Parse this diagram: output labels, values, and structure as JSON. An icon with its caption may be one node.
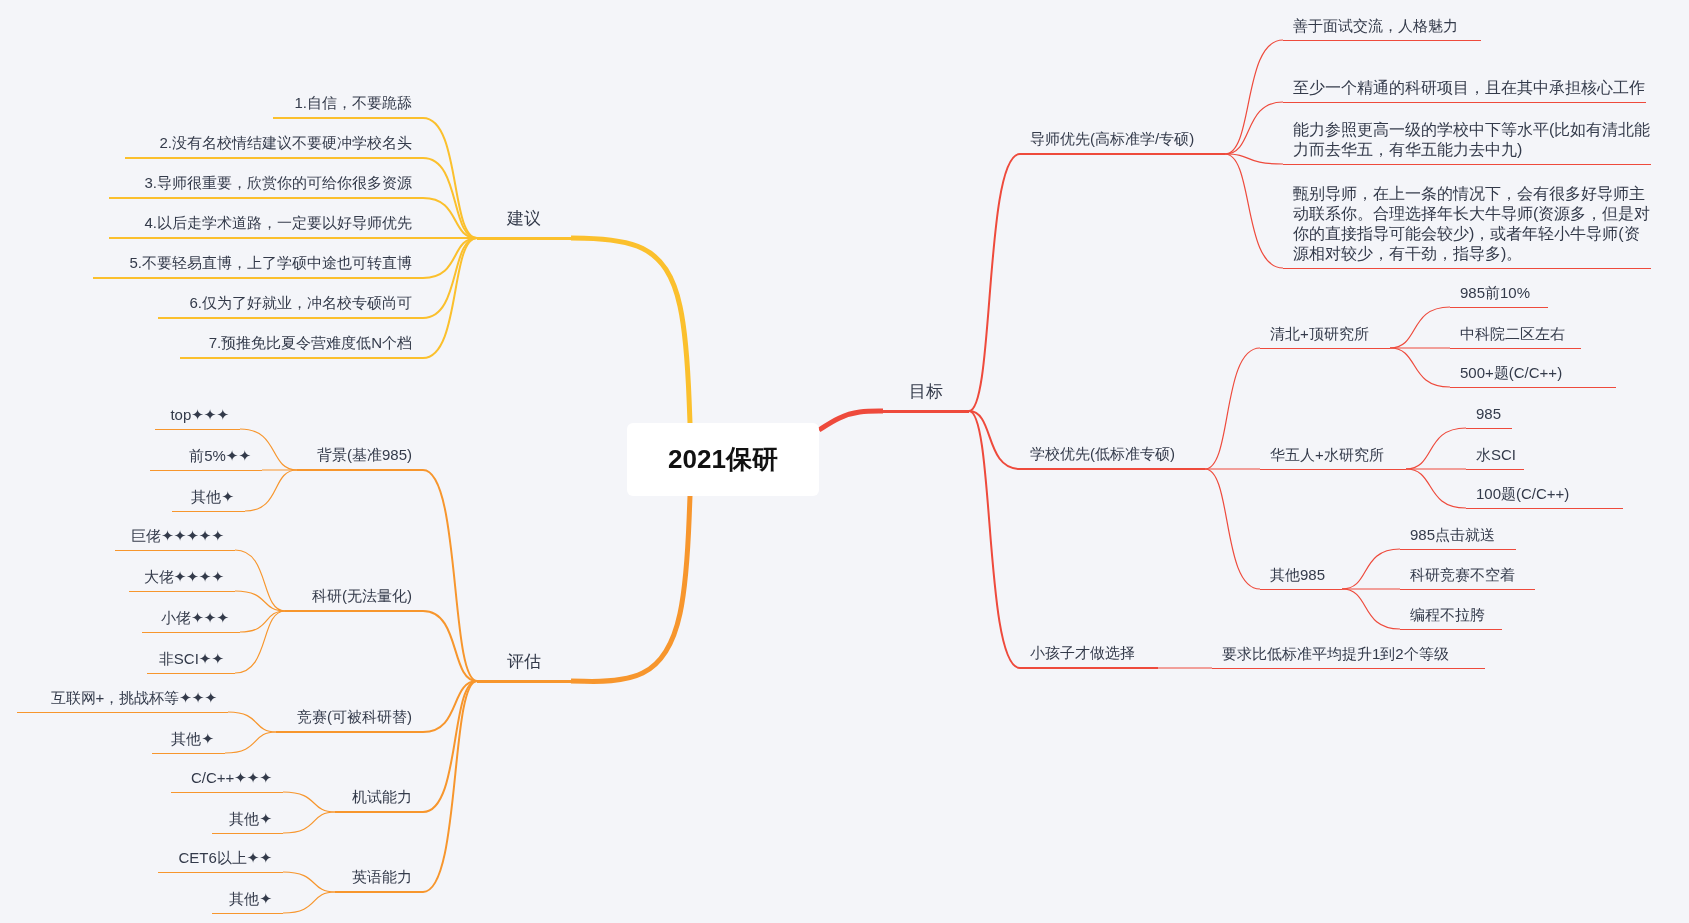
{
  "diagram": {
    "nodes": [
      {
        "text": [
          "2021保研"
        ]
      },
      {
        "text": [
          "建议"
        ]
      },
      {
        "text": [
          "1.自信，不要跪舔"
        ]
      },
      {
        "text": [
          "2.没有名校情结建议不要硬冲学校名头"
        ]
      },
      {
        "text": [
          "3.导师很重要，欣赏你的可给你很多资源"
        ]
      },
      {
        "text": [
          "4.以后走学术道路，一定要以好导师优先"
        ]
      },
      {
        "text": [
          "5.不要轻易直博，上了学硕中途也可转直博"
        ]
      },
      {
        "text": [
          "6.仅为了好就业，冲名校专硕尚可"
        ]
      },
      {
        "text": [
          "7.预推免比夏令营难度低N个档"
        ]
      },
      {
        "text": [
          "评估"
        ]
      },
      {
        "text": [
          "背景(基准985)"
        ]
      },
      {
        "text": [
          "top✦✦✦"
        ]
      },
      {
        "text": [
          "前5%✦✦"
        ]
      },
      {
        "text": [
          "其他✦"
        ]
      },
      {
        "text": [
          "科研(无法量化)"
        ]
      },
      {
        "text": [
          "巨佬✦✦✦✦✦"
        ]
      },
      {
        "text": [
          "大佬✦✦✦✦"
        ]
      },
      {
        "text": [
          "小佬✦✦✦"
        ]
      },
      {
        "text": [
          "非SCI✦✦"
        ]
      },
      {
        "text": [
          "竞赛(可被科研替)"
        ]
      },
      {
        "text": [
          "互联网+，挑战杯等✦✦✦"
        ]
      },
      {
        "text": [
          "其他✦"
        ]
      },
      {
        "text": [
          "机试能力"
        ]
      },
      {
        "text": [
          "C/C++✦✦✦"
        ]
      },
      {
        "text": [
          "其他✦"
        ]
      },
      {
        "text": [
          "英语能力"
        ]
      },
      {
        "text": [
          "CET6以上✦✦"
        ]
      },
      {
        "text": [
          "其他✦"
        ]
      },
      {
        "text": [
          "目标"
        ]
      },
      {
        "text": [
          "导师优先(高标准学/专硕)"
        ]
      },
      {
        "text": [
          "善于面试交流，人格魅力"
        ]
      },
      {
        "text": [
          "至少一个精通的科研项目，且在其中承担核心工作"
        ]
      },
      {
        "text": [
          "能力参照更高一级的学校中下等水平(比如有清北能力而去华五，有华五能力去中九)"
        ]
      },
      {
        "text": [
          "甄别导师，在上一条的情况下，会有很多好导师主动联系你。合理选择年长大牛导师(资源多，但是对你的直接指导可能会较少)，或者年轻小牛导师(资源相对较少，有干劲，指导多)。"
        ]
      },
      {
        "text": [
          "学校优先(低标准专硕)"
        ]
      },
      {
        "text": [
          "清北+顶研究所"
        ]
      },
      {
        "text": [
          "985前10%"
        ]
      },
      {
        "text": [
          "中科院二区左右"
        ]
      },
      {
        "text": [
          "500+题(C/C++)"
        ]
      },
      {
        "text": [
          "华五人+水研究所"
        ]
      },
      {
        "text": [
          "985"
        ]
      },
      {
        "text": [
          "水SCI"
        ]
      },
      {
        "text": [
          "100题(C/C++)"
        ]
      },
      {
        "text": [
          "其他985"
        ]
      },
      {
        "text": [
          "985点击就送"
        ]
      },
      {
        "text": [
          "科研竞赛不空着"
        ]
      },
      {
        "text": [
          "编程不拉胯"
        ]
      },
      {
        "text": [
          "小孩子才做选择"
        ]
      },
      {
        "text": [
          "要求比低标准平均提升1到2个等级"
        ]
      }
    ],
    "edges": [
      {
        "from": 0,
        "to": 1,
        "arrow": "none",
        "style": "thick",
        "color": "#fbc02d"
      },
      {
        "from": 0,
        "to": 9,
        "arrow": "none",
        "style": "thick",
        "color": "#f7962d"
      },
      {
        "from": 0,
        "to": 28,
        "arrow": "none",
        "style": "thick"
      },
      {
        "from": 1,
        "to": 2,
        "arrow": "none",
        "color": "#fbc02d"
      },
      {
        "from": 1,
        "to": 3,
        "arrow": "none",
        "color": "#fbc02d"
      },
      {
        "from": 1,
        "to": 4,
        "arrow": "none",
        "color": "#fbc02d"
      },
      {
        "from": 1,
        "to": 5,
        "arrow": "none",
        "color": "#fbc02d"
      },
      {
        "from": 1,
        "to": 6,
        "arrow": "none",
        "color": "#fbc02d"
      },
      {
        "from": 1,
        "to": 7,
        "arrow": "none",
        "color": "#fbc02d"
      },
      {
        "from": 1,
        "to": 8,
        "arrow": "none",
        "color": "#fbc02d"
      },
      {
        "from": 9,
        "to": 10,
        "arrow": "none",
        "color": "#f7962d"
      },
      {
        "from": 9,
        "to": 14,
        "arrow": "none",
        "color": "#f7962d"
      },
      {
        "from": 9,
        "to": 19,
        "arrow": "none",
        "color": "#f7962d"
      },
      {
        "from": 9,
        "to": 22,
        "arrow": "none",
        "color": "#f7962d"
      },
      {
        "from": 9,
        "to": 25,
        "arrow": "none",
        "color": "#f7962d"
      },
      {
        "from": 10,
        "to": 11,
        "arrow": "none",
        "color": "#f7962d"
      },
      {
        "from": 10,
        "to": 12,
        "arrow": "none",
        "color": "#f7962d"
      },
      {
        "from": 10,
        "to": 13,
        "arrow": "none",
        "color": "#f7962d"
      },
      {
        "from": 14,
        "to": 15,
        "arrow": "none",
        "color": "#f7962d"
      },
      {
        "from": 14,
        "to": 16,
        "arrow": "none",
        "color": "#f7962d"
      },
      {
        "from": 14,
        "to": 17,
        "arrow": "none",
        "color": "#f7962d"
      },
      {
        "from": 14,
        "to": 18,
        "arrow": "none",
        "color": "#f7962d"
      },
      {
        "from": 19,
        "to": 20,
        "arrow": "none",
        "color": "#f7962d"
      },
      {
        "from": 19,
        "to": 21,
        "arrow": "none",
        "color": "#f7962d"
      },
      {
        "from": 22,
        "to": 23,
        "arrow": "none",
        "color": "#f7962d"
      },
      {
        "from": 22,
        "to": 24,
        "arrow": "none",
        "color": "#f7962d"
      },
      {
        "from": 25,
        "to": 26,
        "arrow": "none",
        "color": "#f7962d"
      },
      {
        "from": 25,
        "to": 27,
        "arrow": "none",
        "color": "#f7962d"
      },
      {
        "from": 28,
        "to": 29,
        "arrow": "none"
      },
      {
        "from": 28,
        "to": 34,
        "arrow": "none"
      },
      {
        "from": 28,
        "to": 47,
        "arrow": "none"
      },
      {
        "from": 29,
        "to": 30,
        "arrow": "none"
      },
      {
        "from": 29,
        "to": 31,
        "arrow": "none"
      },
      {
        "from": 29,
        "to": 32,
        "arrow": "none"
      },
      {
        "from": 29,
        "to": 33,
        "arrow": "none"
      },
      {
        "from": 34,
        "to": 35,
        "arrow": "none"
      },
      {
        "from": 34,
        "to": 39,
        "arrow": "none"
      },
      {
        "from": 34,
        "to": 43,
        "arrow": "none"
      },
      {
        "from": 35,
        "to": 36,
        "arrow": "none"
      },
      {
        "from": 35,
        "to": 37,
        "arrow": "none"
      },
      {
        "from": 35,
        "to": 38,
        "arrow": "none"
      },
      {
        "from": 39,
        "to": 40,
        "arrow": "none"
      },
      {
        "from": 39,
        "to": 41,
        "arrow": "none"
      },
      {
        "from": 39,
        "to": 42,
        "arrow": "none"
      },
      {
        "from": 43,
        "to": 44,
        "arrow": "none"
      },
      {
        "from": 43,
        "to": 45,
        "arrow": "none"
      },
      {
        "from": 43,
        "to": 46,
        "arrow": "none"
      },
      {
        "from": 47,
        "to": 48,
        "arrow": "none"
      }
    ]
  }
}
